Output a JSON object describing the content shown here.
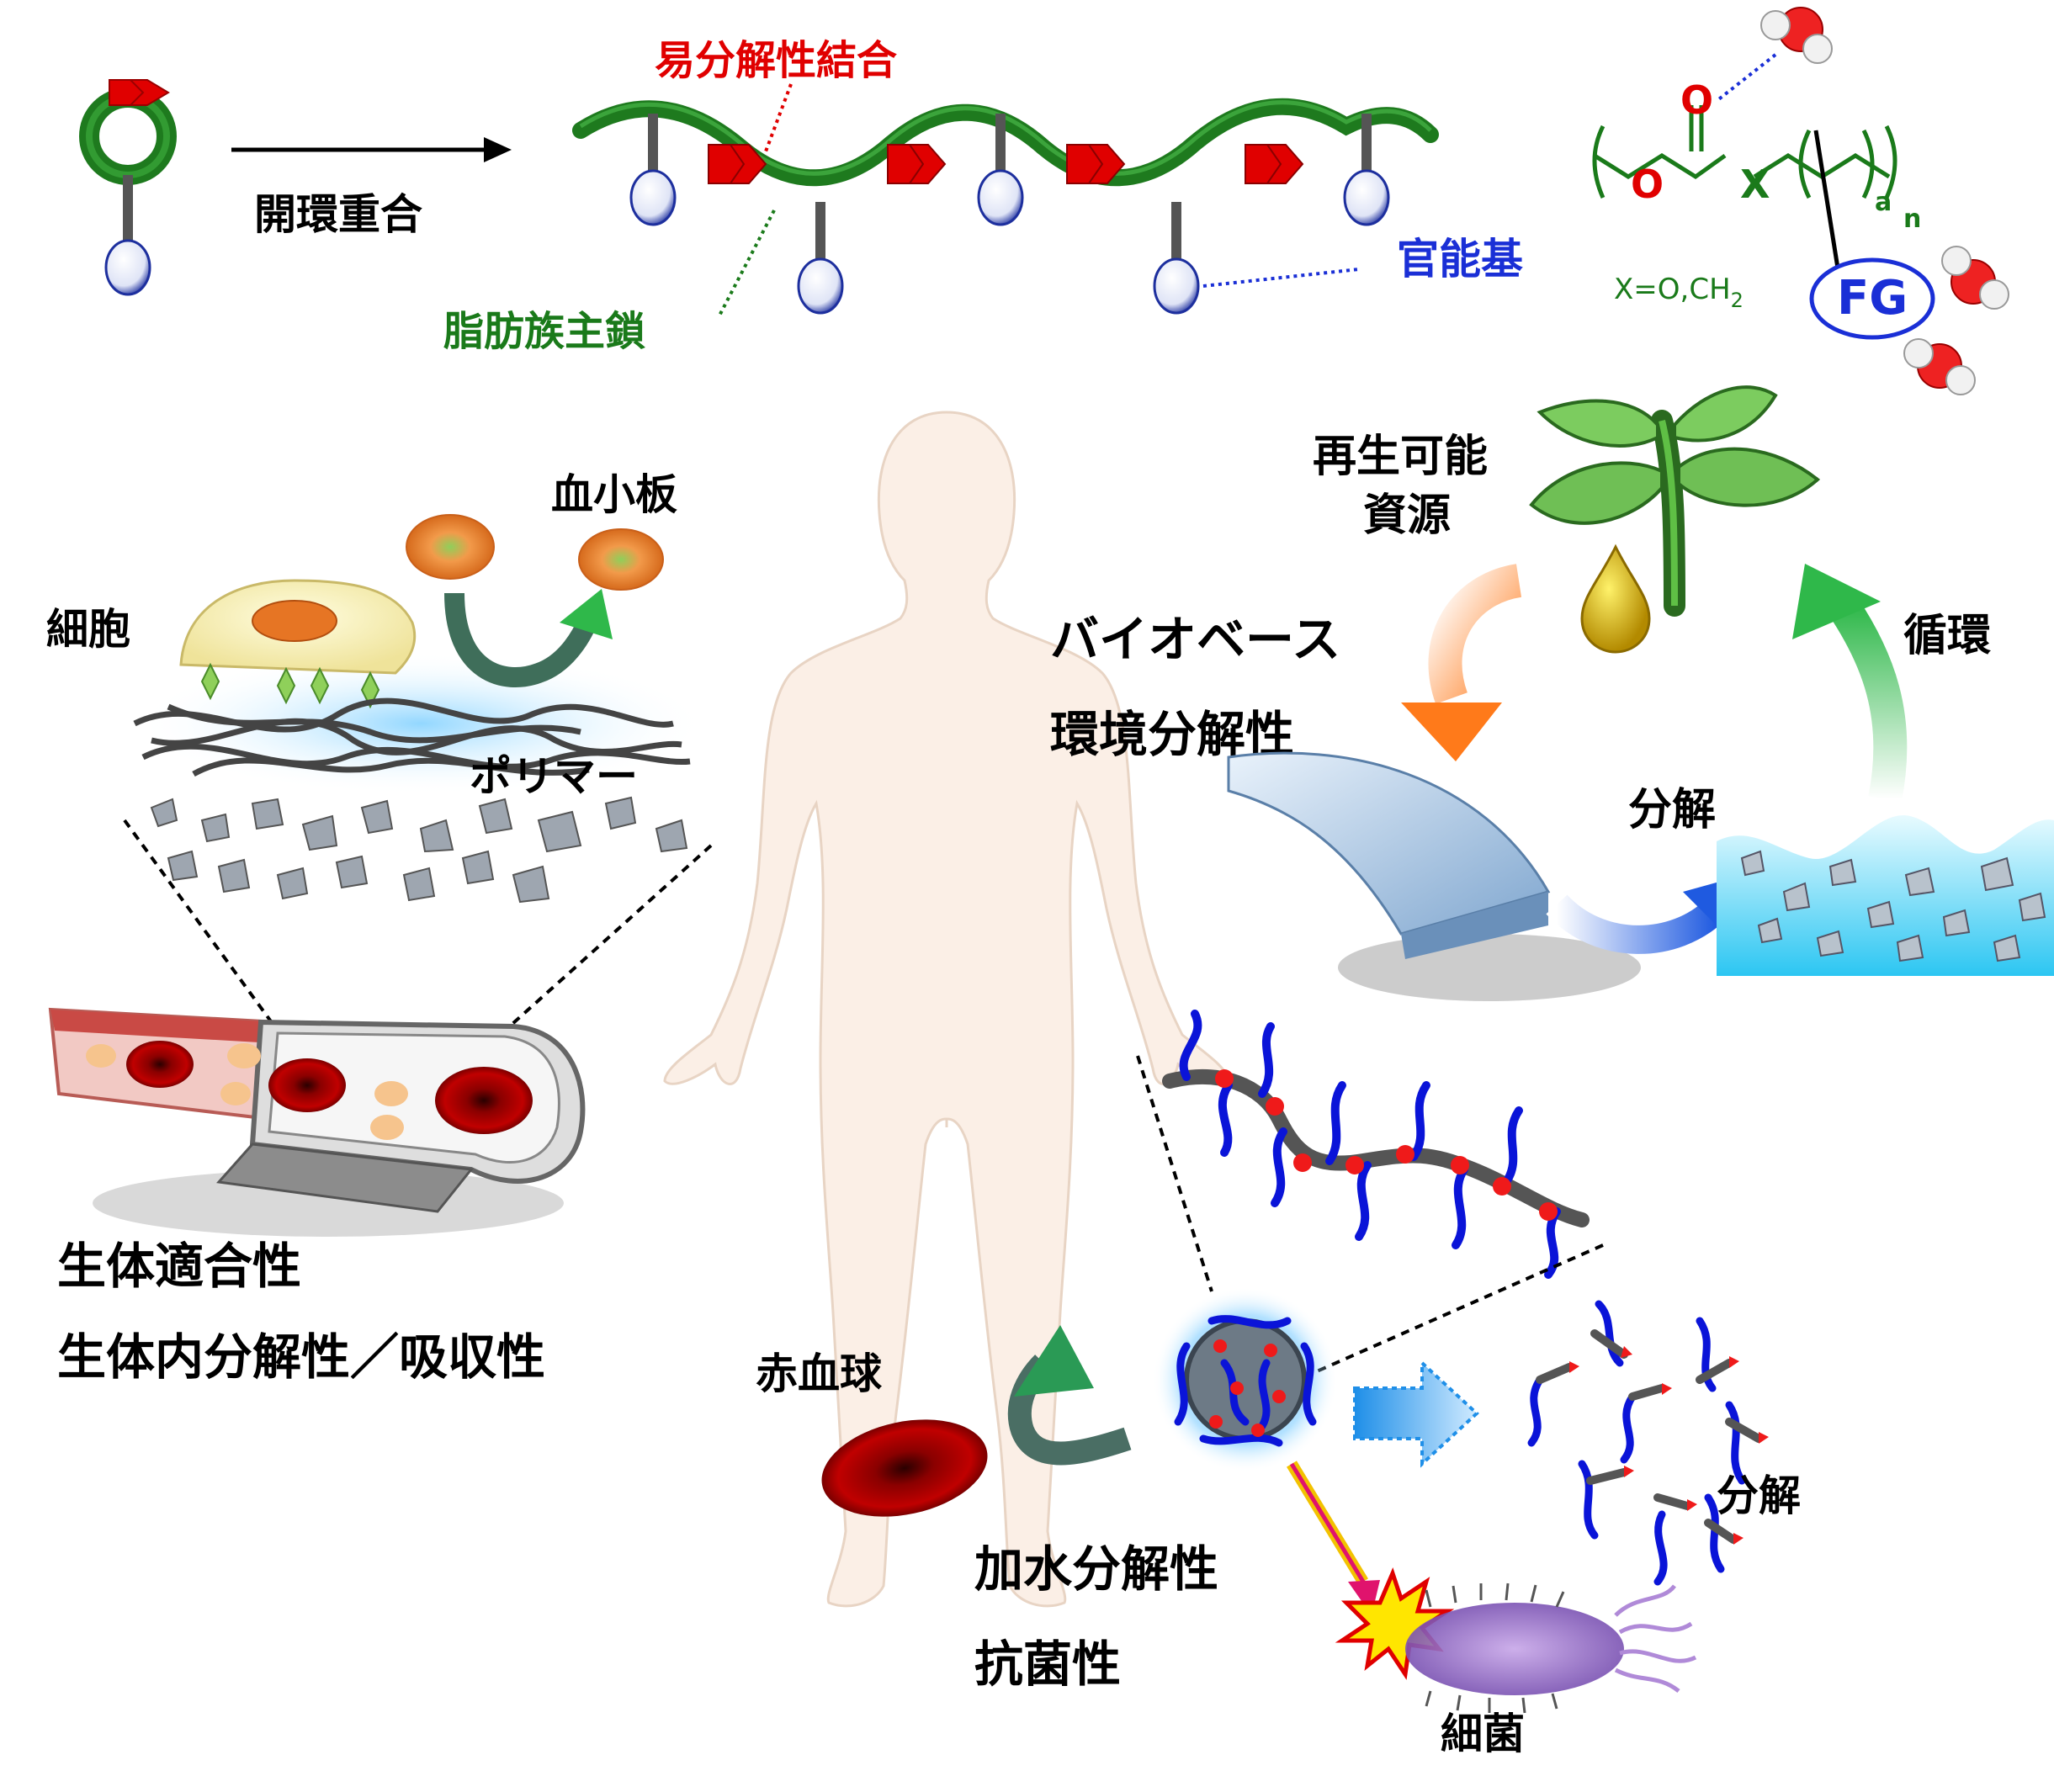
{
  "polymerization": {
    "arrow_label": "開環重合",
    "labile_bond": "易分解性結合",
    "aliphatic_backbone": "脂肪族主鎖",
    "functional_group": "官能基"
  },
  "structure": {
    "x_def_prefix": "X=O,CH",
    "x_def_sub": "2",
    "atom_o1": "O",
    "atom_o2": "O",
    "atom_x": "X",
    "sub_a": "a",
    "sub_n": "n",
    "fg": "FG"
  },
  "body_section": {
    "cell": "細胞",
    "platelet": "血小板",
    "polymer": "ポリマー",
    "biocompat": "生体適合性",
    "bioresorb": "生体内分解性／吸収性",
    "rbc": "赤血球",
    "hydrolysis": "加水分解性",
    "antibacterial": "抗菌性",
    "bacteria": "細菌",
    "degradation_right": "分解"
  },
  "eco_section": {
    "renewable_line1": "再生可能",
    "renewable_line2": "資源",
    "biobased": "バイオベース",
    "env_degradable": "環境分解性",
    "cycle": "循環",
    "degradation": "分解"
  },
  "colors": {
    "green_chain": "#1e7a1e",
    "red_bond": "#e00000",
    "blue_fg": "#1a2fd6",
    "black": "#000000",
    "label_green": "#1a7a1a"
  }
}
